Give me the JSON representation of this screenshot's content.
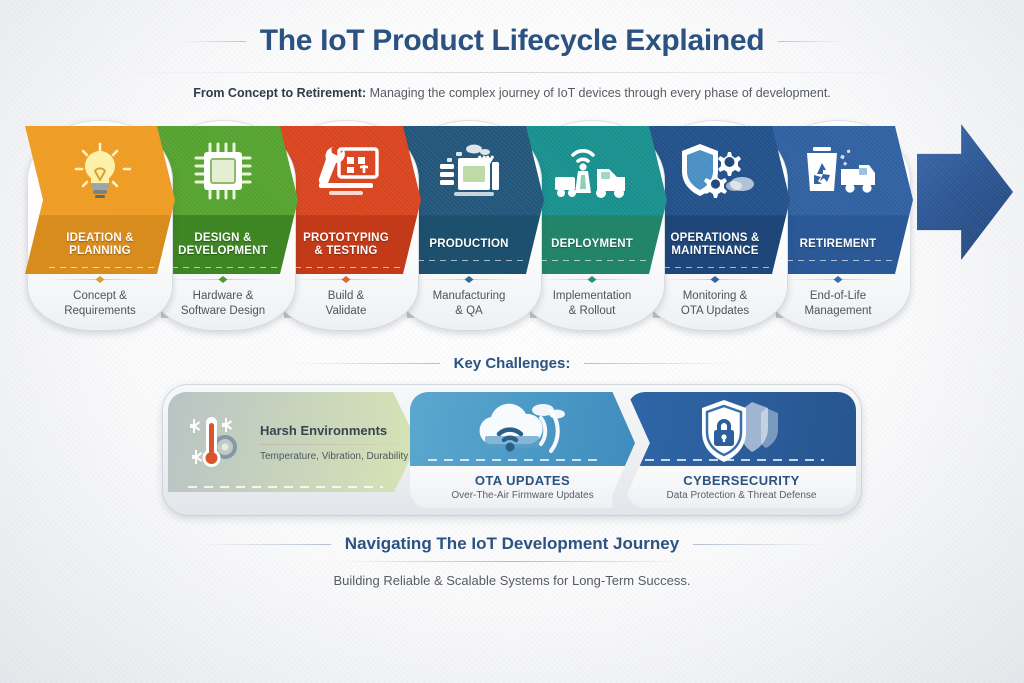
{
  "header": {
    "title": "The IoT Product Lifecycle Explained",
    "subtitle_bold": "From Concept to Retirement:",
    "subtitle_rest": " Managing the complex journey of IoT devices through every phase of development."
  },
  "pipeline": {
    "arrow_head_color": "#2d5694",
    "stages": [
      {
        "label": "IDEATION &\nPLANNING",
        "label_line1": "IDEATION &",
        "label_line2": "PLANNING",
        "desc_line1": "Concept &",
        "desc_line2": "Requirements",
        "icon": "lightbulb-icon",
        "icon_color": "#ee9b22",
        "band_color": "#d98c1e",
        "accent": "#d9a02a"
      },
      {
        "label_line1": "DESIGN &",
        "label_line2": "DEVELOPMENT",
        "desc_line1": "Hardware &",
        "desc_line2": "Software Design",
        "icon": "microchip-icon",
        "icon_color": "#55a22f",
        "band_color": "#3e8524",
        "accent": "#4d9b2c"
      },
      {
        "label_line1": "PROTOTYPING",
        "label_line2": "& TESTING",
        "desc_line1": "Build &",
        "desc_line2": "Validate",
        "icon": "wrench-screen-icon",
        "icon_color": "#d9441f",
        "band_color": "#c33a18",
        "accent": "#d96a33"
      },
      {
        "label_line1": "PRODUCTION",
        "label_line2": "",
        "desc_line1": "Manufacturing",
        "desc_line2": "& QA",
        "icon": "factory-icon",
        "icon_color": "#22557a",
        "band_color": "#1d4f6e",
        "accent": "#2e6c96"
      },
      {
        "label_line1": "DEPLOYMENT",
        "label_line2": "",
        "desc_line1": "Implementation",
        "desc_line2": "& Rollout",
        "icon": "truck-antenna-icon",
        "icon_color": "#17908e",
        "band_color": "#22856a",
        "accent": "#2a9178"
      },
      {
        "label_line1": "OPERATIONS &",
        "label_line2": "MAINTENANCE",
        "desc_line1": "Monitoring &",
        "desc_line2": "OTA Updates",
        "icon": "shield-gears-icon",
        "icon_color": "#21508a",
        "band_color": "#1f4678",
        "accent": "#3566a3"
      },
      {
        "label_line1": "RETIREMENT",
        "label_line2": "",
        "desc_line1": "End-of-Life",
        "desc_line2": "Management",
        "icon": "recycle-bin-truck-icon",
        "icon_color": "#2f60a0",
        "band_color": "#2b5896",
        "accent": "#3a6bac"
      }
    ]
  },
  "key_challenges": {
    "heading": "Key Challenges:",
    "cards": [
      {
        "name": "Harsh Environments",
        "sub": "Temperature, Vibration, Durability",
        "icon": "thermometer-snowflake-icon",
        "color_start": "#b9c3c4",
        "color_end": "#d7e4b4",
        "style": "inline"
      },
      {
        "name": "OTA UPDATES",
        "sub": "Over-The-Air Firmware Updates",
        "icon": "cloud-wifi-icon",
        "color_start": "#5aa8cf",
        "color_end": "#3f8cbe",
        "style": "stacked"
      },
      {
        "name": "CYBERSECURITY",
        "sub": "Data Protection & Threat Defense",
        "icon": "shield-lock-icon",
        "color_start": "#2f66a8",
        "color_end": "#27558f",
        "style": "stacked"
      }
    ]
  },
  "footer": {
    "title": "Navigating The IoT Development Journey",
    "subtitle": "Building Reliable & Scalable Systems for Long-Term Success."
  }
}
